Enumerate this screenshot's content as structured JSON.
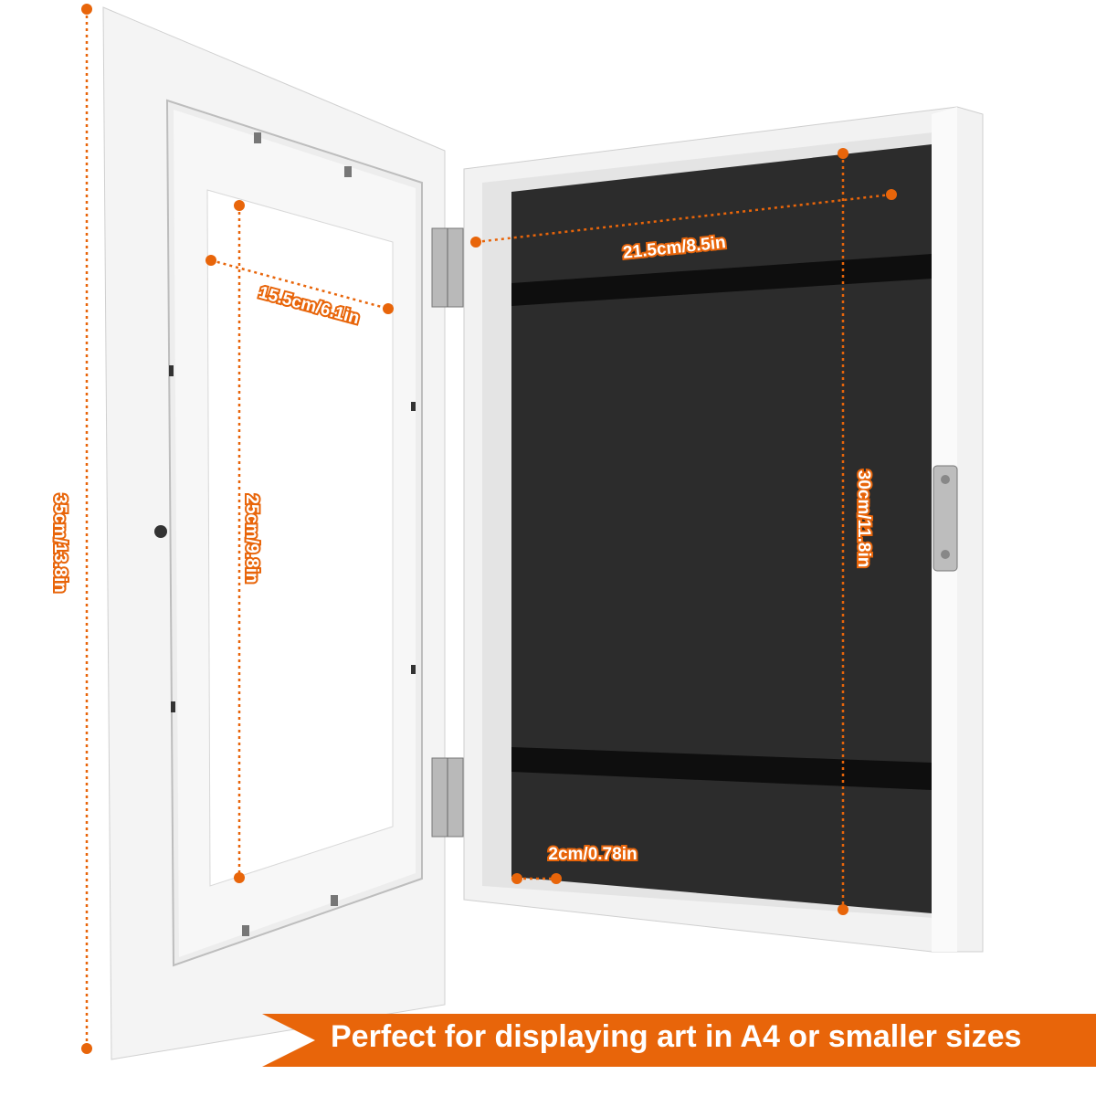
{
  "dimensions": {
    "overall_height": "35cm/13.8in",
    "opening_width": "15.5cm/6.1in",
    "opening_height": "25cm/9.8in",
    "interior_width": "21.5cm/8.5in",
    "interior_height": "30cm/11.8in",
    "depth": "2cm/0.78in"
  },
  "banner": {
    "text": "Perfect for displaying art in A4 or smaller sizes"
  },
  "colors": {
    "accent": "#e8650a",
    "frame": "#f2f2f2",
    "interior": "#2b2b2b"
  }
}
